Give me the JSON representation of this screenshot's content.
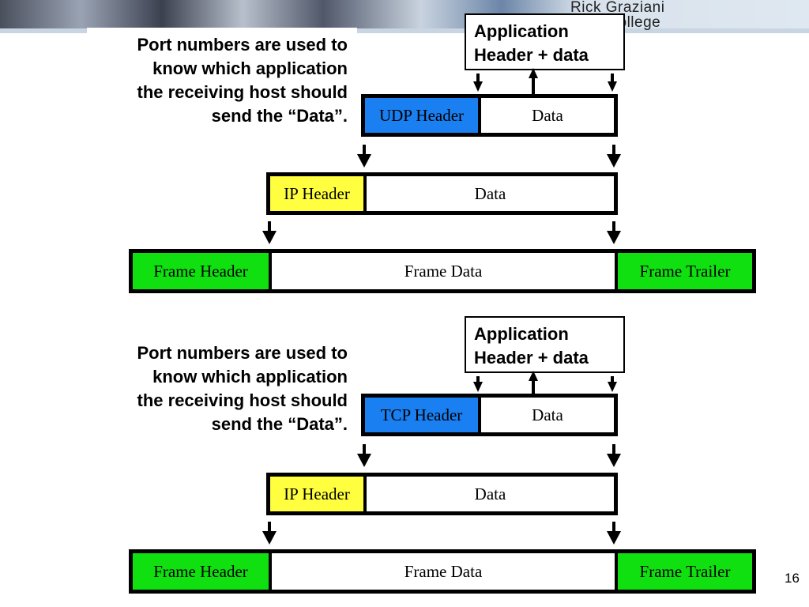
{
  "header": {
    "author_name": "Rick Graziani",
    "college": "llo College"
  },
  "sections": [
    {
      "caption": [
        "Port numbers are used to",
        "know which application",
        "the receiving host should",
        "send the “Data”."
      ],
      "app_box": [
        "Application",
        "Header + data"
      ],
      "transport": {
        "header": "UDP Header",
        "data": "Data",
        "header_color": "#1a7ff0"
      },
      "network": {
        "header": "IP Header",
        "data": "Data",
        "header_color": "#ffff40"
      },
      "frame": {
        "header": "Frame Header",
        "data": "Frame Data",
        "trailer": "Frame Trailer",
        "color": "#10e010"
      }
    },
    {
      "caption": [
        "Port numbers are used to",
        "know which application",
        "the receiving host should",
        "send the “Data”."
      ],
      "app_box": [
        "Application",
        "Header + data"
      ],
      "transport": {
        "header": "TCP Header",
        "data": "Data",
        "header_color": "#1a7ff0"
      },
      "network": {
        "header": "IP Header",
        "data": "Data",
        "header_color": "#ffff40"
      },
      "frame": {
        "header": "Frame Header",
        "data": "Frame Data",
        "trailer": "Frame Trailer",
        "color": "#10e010"
      }
    }
  ],
  "page_number": "16"
}
